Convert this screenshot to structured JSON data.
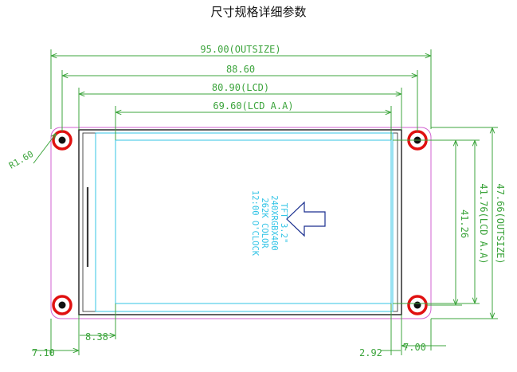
{
  "page": {
    "title": "尺寸规格详细参数"
  },
  "dimensions": {
    "outsize_width": "95.00(OUTSIZE)",
    "pcb_width": "88.60",
    "lcd_width": "80.90(LCD)",
    "lcd_active_width": "69.60(LCD A.A)",
    "corner_radius": "R1.60",
    "outsize_height": "47.66(OUTSIZE)",
    "lcd_active_height": "41.76(LCD A.A)",
    "hole_spacing_vertical": "41.26",
    "left_edge_offset": "7.10",
    "left_active_offset": "8.38",
    "right_active_offset": "2.92",
    "right_edge_offset": "7.00"
  },
  "display_info": {
    "line1": "TFT 3.2\"",
    "line2": "240XRGBX400",
    "line3": "262K COLOR",
    "line4": "12:00 O'CLOCK"
  },
  "colors": {
    "dimension": "#3ca43c",
    "board_outline": "#d060d0",
    "panel": "#3a3a3a",
    "active_area": "#33c4e6",
    "hole_ring": "#e01010",
    "arrow": "#1a2f8f"
  }
}
